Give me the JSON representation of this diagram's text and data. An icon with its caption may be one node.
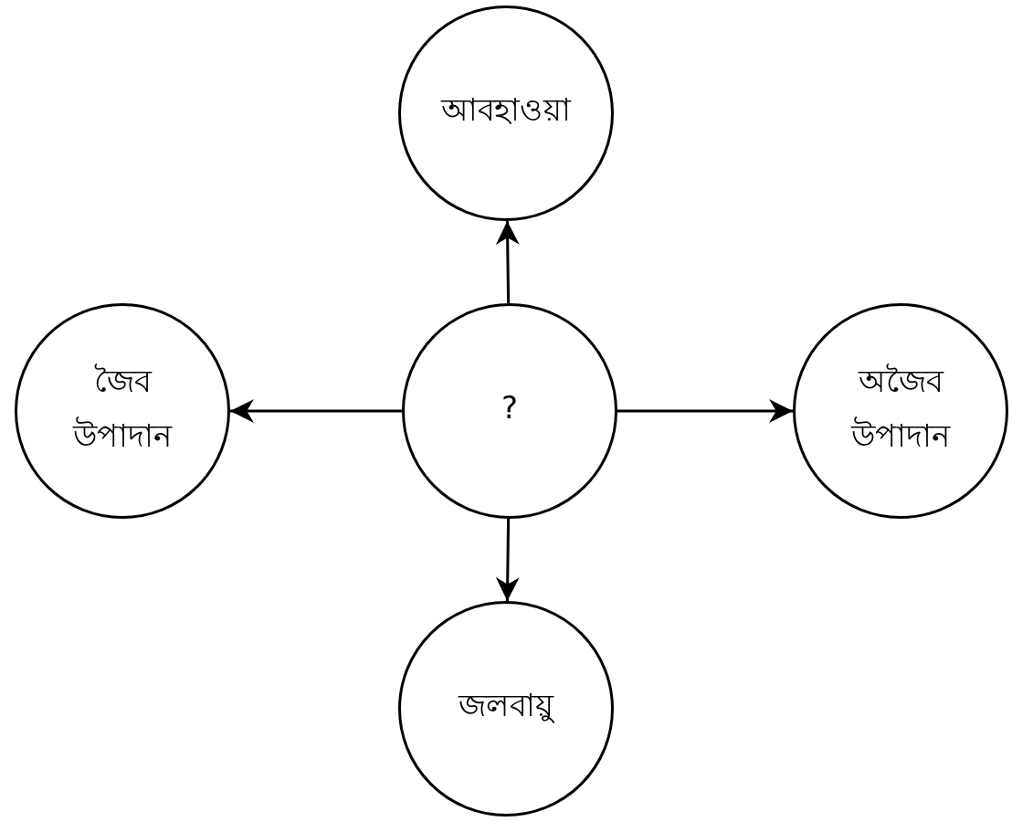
{
  "diagram": {
    "nodes": [
      {
        "text": [
          "আবহাওয়া"
        ]
      },
      {
        "text": [
          "জৈব উপাদান"
        ]
      },
      {
        "text": [
          "?"
        ]
      },
      {
        "text": [
          "অজৈব উপাদান"
        ]
      },
      {
        "text": [
          "জলবায়ু"
        ]
      }
    ],
    "edges": [
      {
        "from": 2,
        "to": 0,
        "arrow": "to"
      },
      {
        "from": 2,
        "to": 1,
        "arrow": "to"
      },
      {
        "from": 2,
        "to": 3,
        "arrow": "to"
      },
      {
        "from": 2,
        "to": 4,
        "arrow": "to"
      }
    ]
  }
}
